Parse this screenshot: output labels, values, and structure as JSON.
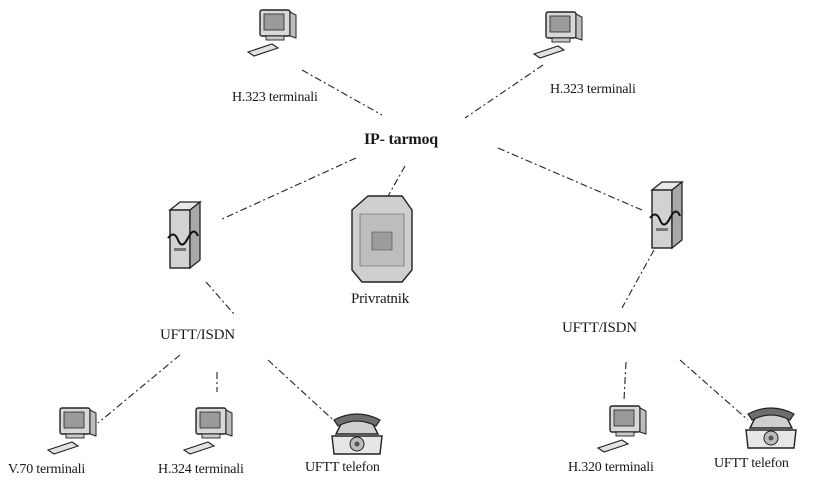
{
  "diagram": {
    "network_label": "IP- tarmoq",
    "gatekeeper_label": "Privratnik",
    "isdn_left_label": "UFTT/ISDN",
    "isdn_right_label": "UFTT/ISDN",
    "terminal_top_left_label": "H.323 terminali",
    "terminal_top_right_label": "H.323 terminali",
    "terminal_v70_label": "V.70 terminali",
    "terminal_h324_label": "H.324 terminali",
    "phone_left_label": "UFTT telefon",
    "terminal_h320_label": "H.320 terminali",
    "phone_right_label": "UFTT telefon"
  }
}
